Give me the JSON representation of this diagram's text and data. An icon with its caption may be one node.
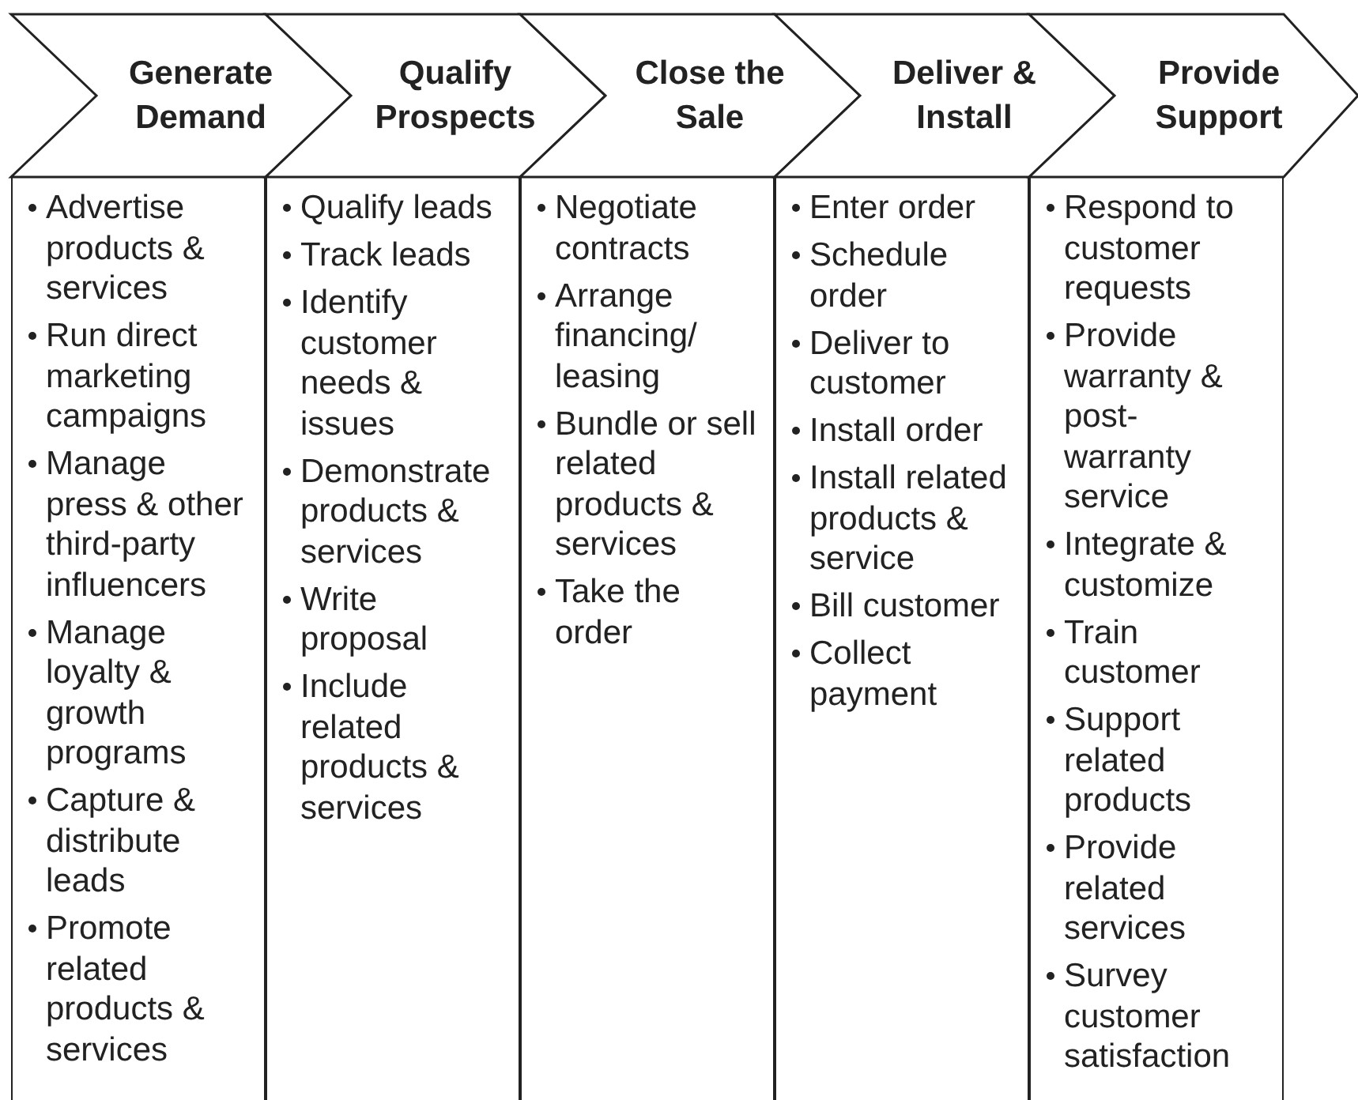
{
  "diagram": {
    "nodes": [
      {
        "text": [
          "Generate Demand"
        ]
      },
      {
        "text": [
          "Qualify Prospects"
        ]
      },
      {
        "text": [
          "Close the Sale"
        ]
      },
      {
        "text": [
          "Deliver & Install"
        ]
      },
      {
        "text": [
          "Provide Support"
        ]
      },
      {
        "text": [
          "Advertise products & services",
          "Run direct marketing campaigns",
          "Manage press & other third-party influencers",
          "Manage loyalty & growth programs",
          "Capture & distribute leads",
          "Promote related products & services"
        ]
      },
      {
        "text": [
          "Qualify leads",
          "Track leads",
          "Identify customer needs & issues",
          "Demonstrate products & services",
          "Write proposal",
          "Include related products & services"
        ]
      },
      {
        "text": [
          "Negotiate contracts",
          "Arrange financing/ leasing",
          "Bundle or sell related products & services",
          "Take the order"
        ]
      },
      {
        "text": [
          "Enter order",
          "Schedule order",
          "Deliver to customer",
          "Install order",
          "Install related products & service",
          "Bill customer",
          "Collect payment"
        ]
      },
      {
        "text": [
          "Respond to customer requests",
          "Provide warranty & post- warranty service",
          "Integrate & customize",
          "Train customer",
          "Support related products",
          "Provide related services",
          "Survey customer satisfaction"
        ]
      }
    ]
  }
}
